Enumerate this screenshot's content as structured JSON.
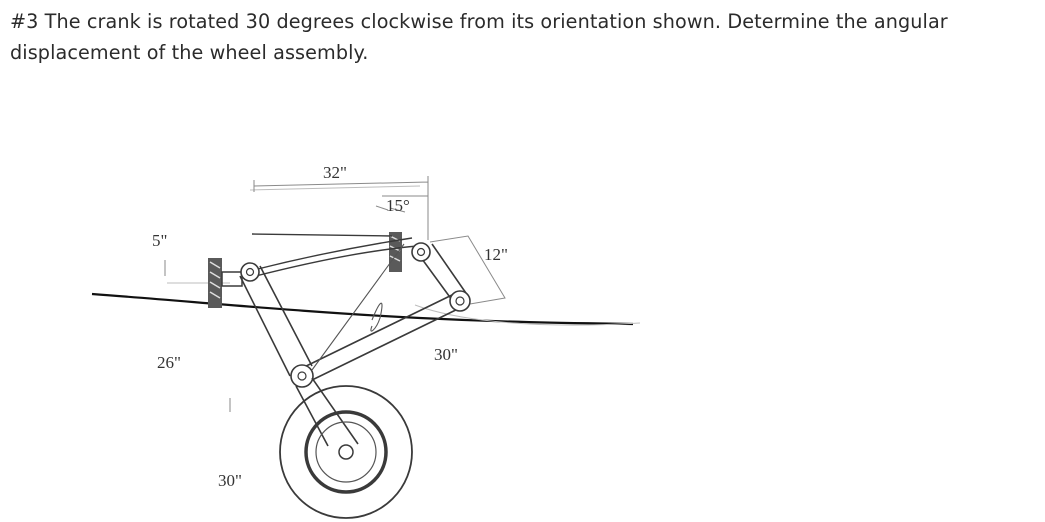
{
  "problem": {
    "text": "#3 The crank is rotated 30 degrees clockwise from its orientation shown. Determine the angular displacement of the wheel assembly."
  },
  "diagram": {
    "labels": {
      "top_length": "32\"",
      "angle": "15°",
      "crank_length": "12\"",
      "left_offset": "5\"",
      "left_height": "26\"",
      "coupler_length": "30\"",
      "bottom_length": "30\""
    },
    "colors": {
      "ink": "#3a3a3a",
      "ground": "#111111",
      "faint": "#8a8a8a"
    }
  }
}
